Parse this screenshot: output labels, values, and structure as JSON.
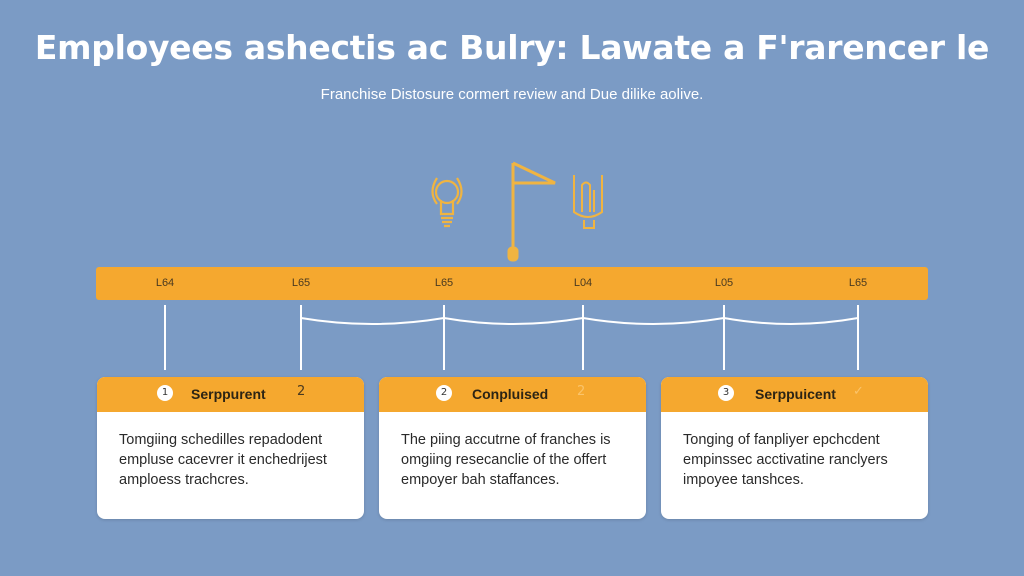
{
  "header": {
    "title": "Employees ashectis ac Bulry: Lawate a F'rarencer le",
    "subtitle": "Franchise Distosure cormert review and Due dilike aolive."
  },
  "icons": [
    "lightbulb-icon",
    "flag-icon",
    "hand-icon"
  ],
  "timeline": {
    "ticks": [
      "L64",
      "L65",
      "L65",
      "L04",
      "L05",
      "L65"
    ]
  },
  "cards": [
    {
      "number": "1",
      "title": "Serppurent",
      "extra": "2",
      "body": [
        "Tomgiing schedilles repadodent",
        "empluse cacevrer it enchedrijest",
        "amploess trachcres."
      ]
    },
    {
      "number": "2",
      "title": "Conpluised",
      "extra": "2",
      "body": [
        "The piing accutrne of franches is",
        "omgiing resecanclie of the offert",
        "empoyer bah staffances."
      ]
    },
    {
      "number": "3",
      "title": "Serppuicent",
      "extra": "✓",
      "body": [
        "Tonging of fanpliyer epchcdent",
        "empinssec acctivatine ranclyers",
        "impoyee tanshces."
      ]
    }
  ],
  "colors": {
    "background": "#7b9bc5",
    "accent": "#f5a82f",
    "card": "#ffffff"
  }
}
